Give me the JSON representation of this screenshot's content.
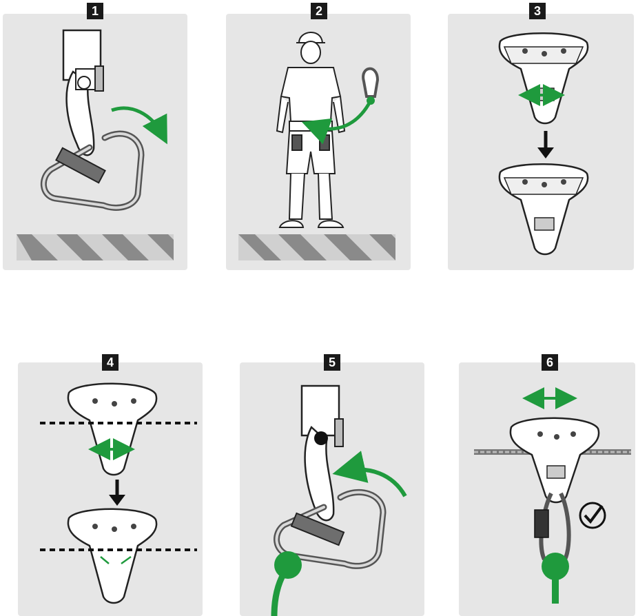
{
  "steps": [
    {
      "number": "1",
      "scene": "carabiner-clipping-onto-trolley"
    },
    {
      "number": "2",
      "scene": "person-in-harness-attaching-lanyard"
    },
    {
      "number": "3",
      "scene": "trolley-gate-closing"
    },
    {
      "number": "4",
      "scene": "trolley-placed-on-cable"
    },
    {
      "number": "5",
      "scene": "carabiner-clipping-lanyard"
    },
    {
      "number": "6",
      "scene": "trolley-rolling-on-cable"
    }
  ],
  "colors": {
    "panel": "#e6e6e6",
    "accent_green": "#1f9a3d",
    "badge": "#1a1a1a",
    "hazard_stripe": "#8a8a8a"
  },
  "icons": [
    "curved-arrow-icon",
    "down-arrow-icon",
    "double-arrow-icon",
    "check-circle-icon"
  ]
}
